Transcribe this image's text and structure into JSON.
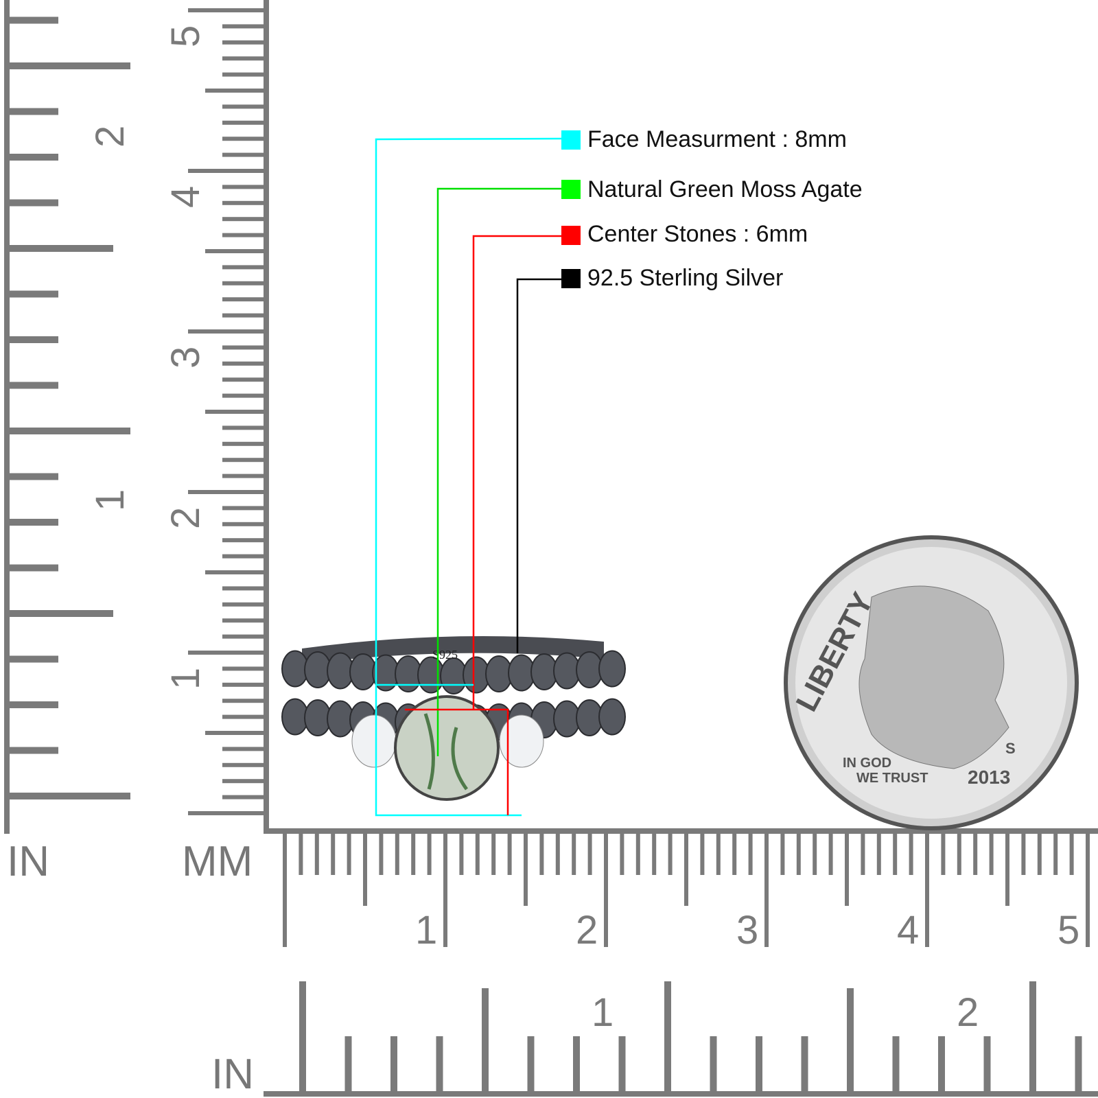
{
  "legend": [
    {
      "label": "Face Measurment : 8mm",
      "color": "#00ffff"
    },
    {
      "label": "Natural Green Moss Agate",
      "color": "#00ff00"
    },
    {
      "label": "Center Stones : 6mm",
      "color": "#ff0000"
    },
    {
      "label": "92.5 Sterling Silver",
      "color": "#000000"
    }
  ],
  "ruler": {
    "in_label": "IN",
    "mm_label": "MM",
    "bottom_in_label": "IN",
    "vertical_mm_numbers": [
      "1",
      "2",
      "3",
      "4",
      "5"
    ],
    "vertical_in_numbers": [
      "1",
      "2"
    ],
    "horizontal_mm_numbers": [
      "1",
      "2",
      "3",
      "4",
      "5"
    ],
    "horizontal_in_numbers": [
      "1",
      "2"
    ],
    "color": "#7a7a7a"
  },
  "ring": {
    "stamp": "S925"
  },
  "coin": {
    "liberty": "LIBERTY",
    "motto_1": "IN GOD",
    "motto_2": "WE TRUST",
    "year": "2013",
    "mint": "S"
  }
}
